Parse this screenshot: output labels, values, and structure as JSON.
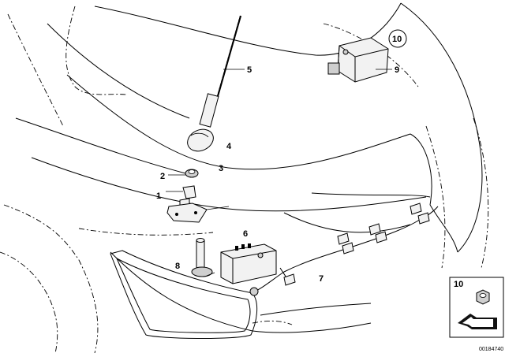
{
  "diagram": {
    "callouts": [
      {
        "id": "1",
        "label": "1"
      },
      {
        "id": "2",
        "label": "2"
      },
      {
        "id": "3",
        "label": "3"
      },
      {
        "id": "4",
        "label": "4"
      },
      {
        "id": "5",
        "label": "5"
      },
      {
        "id": "6",
        "label": "6"
      },
      {
        "id": "7",
        "label": "7"
      },
      {
        "id": "8",
        "label": "8"
      },
      {
        "id": "9",
        "label": "9"
      },
      {
        "id": "10",
        "label": "10"
      }
    ],
    "inset": {
      "label": "10"
    },
    "doc_number": "00184740"
  }
}
